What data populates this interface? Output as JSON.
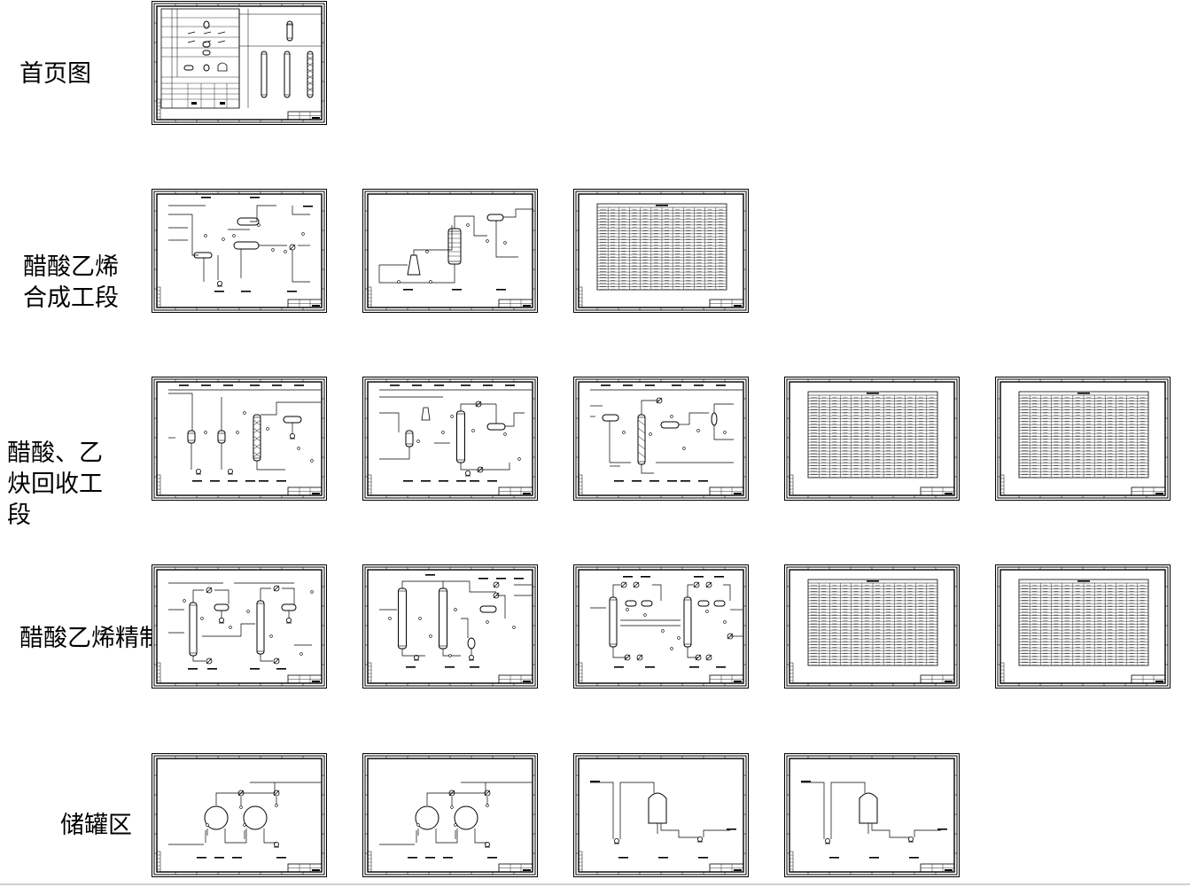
{
  "sections": [
    {
      "id": "home",
      "label": "首页图",
      "sheets": [
        {
          "kind": "home"
        }
      ]
    },
    {
      "id": "synthesis",
      "label": "醋酸乙烯合成工段",
      "sheets": [
        {
          "kind": "pid-a"
        },
        {
          "kind": "pid-b"
        },
        {
          "kind": "table"
        }
      ]
    },
    {
      "id": "recovery",
      "label": "醋酸、乙炔回收工段",
      "sheets": [
        {
          "kind": "pid-c"
        },
        {
          "kind": "pid-d"
        },
        {
          "kind": "pid-e"
        },
        {
          "kind": "table"
        },
        {
          "kind": "table"
        }
      ]
    },
    {
      "id": "refining",
      "label": "醋酸乙烯精制工段",
      "sheets": [
        {
          "kind": "pid-f"
        },
        {
          "kind": "pid-g"
        },
        {
          "kind": "pid-h"
        },
        {
          "kind": "table"
        },
        {
          "kind": "table"
        }
      ]
    },
    {
      "id": "storage",
      "label": "储罐区",
      "sheets": [
        {
          "kind": "tank-2"
        },
        {
          "kind": "tank-2"
        },
        {
          "kind": "tank-1"
        },
        {
          "kind": "tank-1"
        }
      ]
    }
  ],
  "colors": {
    "line": "#000000",
    "background": "#ffffff"
  }
}
